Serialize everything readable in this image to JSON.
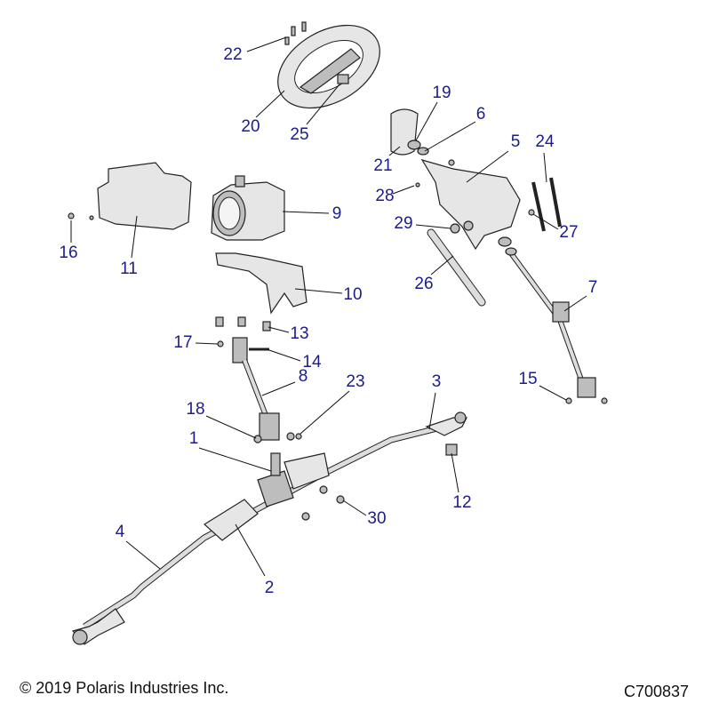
{
  "callouts": [
    "22",
    "20",
    "25",
    "19",
    "6",
    "21",
    "5",
    "24",
    "28",
    "9",
    "16",
    "11",
    "29",
    "27",
    "26",
    "10",
    "7",
    "13",
    "17",
    "14",
    "8",
    "23",
    "3",
    "15",
    "18",
    "1",
    "12",
    "30",
    "4",
    "2"
  ],
  "footer": {
    "copyright": "© 2019 Polaris Industries Inc.",
    "diagram_id": "C700837"
  }
}
